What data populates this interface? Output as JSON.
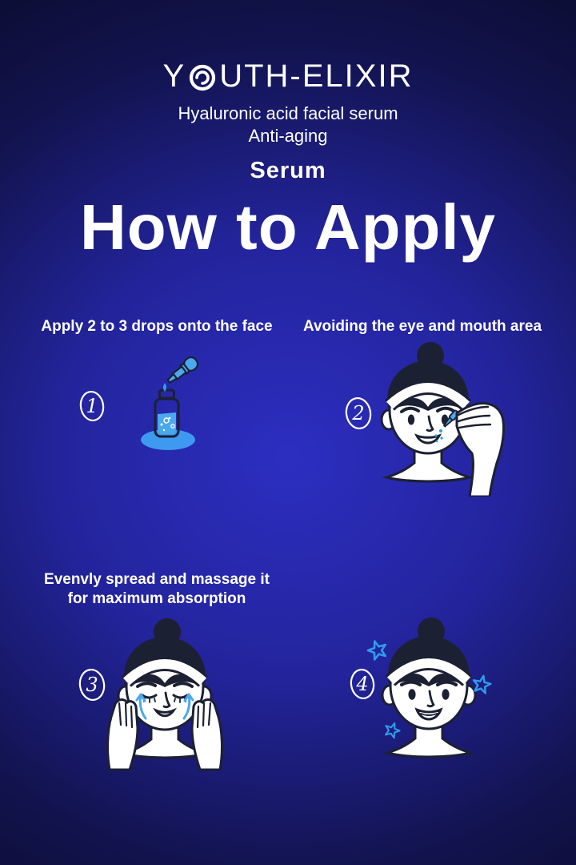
{
  "poster": {
    "brand": {
      "logo_prefix": "Y",
      "logo_suffix": "UTH-ELIXIR",
      "logo_full_name": "YOUTH-ELIXIR",
      "logo_icon": "swirl-o-icon",
      "subtitle_line1": "Hyaluronic acid facial serum",
      "subtitle_line2": "Anti-aging",
      "product_type": "Serum"
    },
    "heading": "How to Apply",
    "steps": [
      {
        "number": "1",
        "caption": "Apply 2 to 3 drops onto the face",
        "illustration": "serum-bottle-dropper"
      },
      {
        "number": "2",
        "caption": "Avoiding the eye and mouth area",
        "illustration": "face-applying-serum-drops"
      },
      {
        "number": "3",
        "caption_line1": "Evenvly spread and massage it",
        "caption_line2": "for maximum absorption",
        "illustration": "face-massaging-hands"
      },
      {
        "number": "4",
        "illustration": "face-smiling-with-stars"
      }
    ],
    "colors": {
      "bg_center": "#2c2ec1",
      "bg_mid": "#23249c",
      "bg_edge": "#12134e",
      "bg_corner": "#0d0e38",
      "text": "#ffffff",
      "ink": "#1c2033",
      "skin": "#ffffff",
      "liquid_blue": "#4aa9ee",
      "bright_blue": "#2f9ced",
      "shadow_blue": "#3d9af0"
    }
  }
}
